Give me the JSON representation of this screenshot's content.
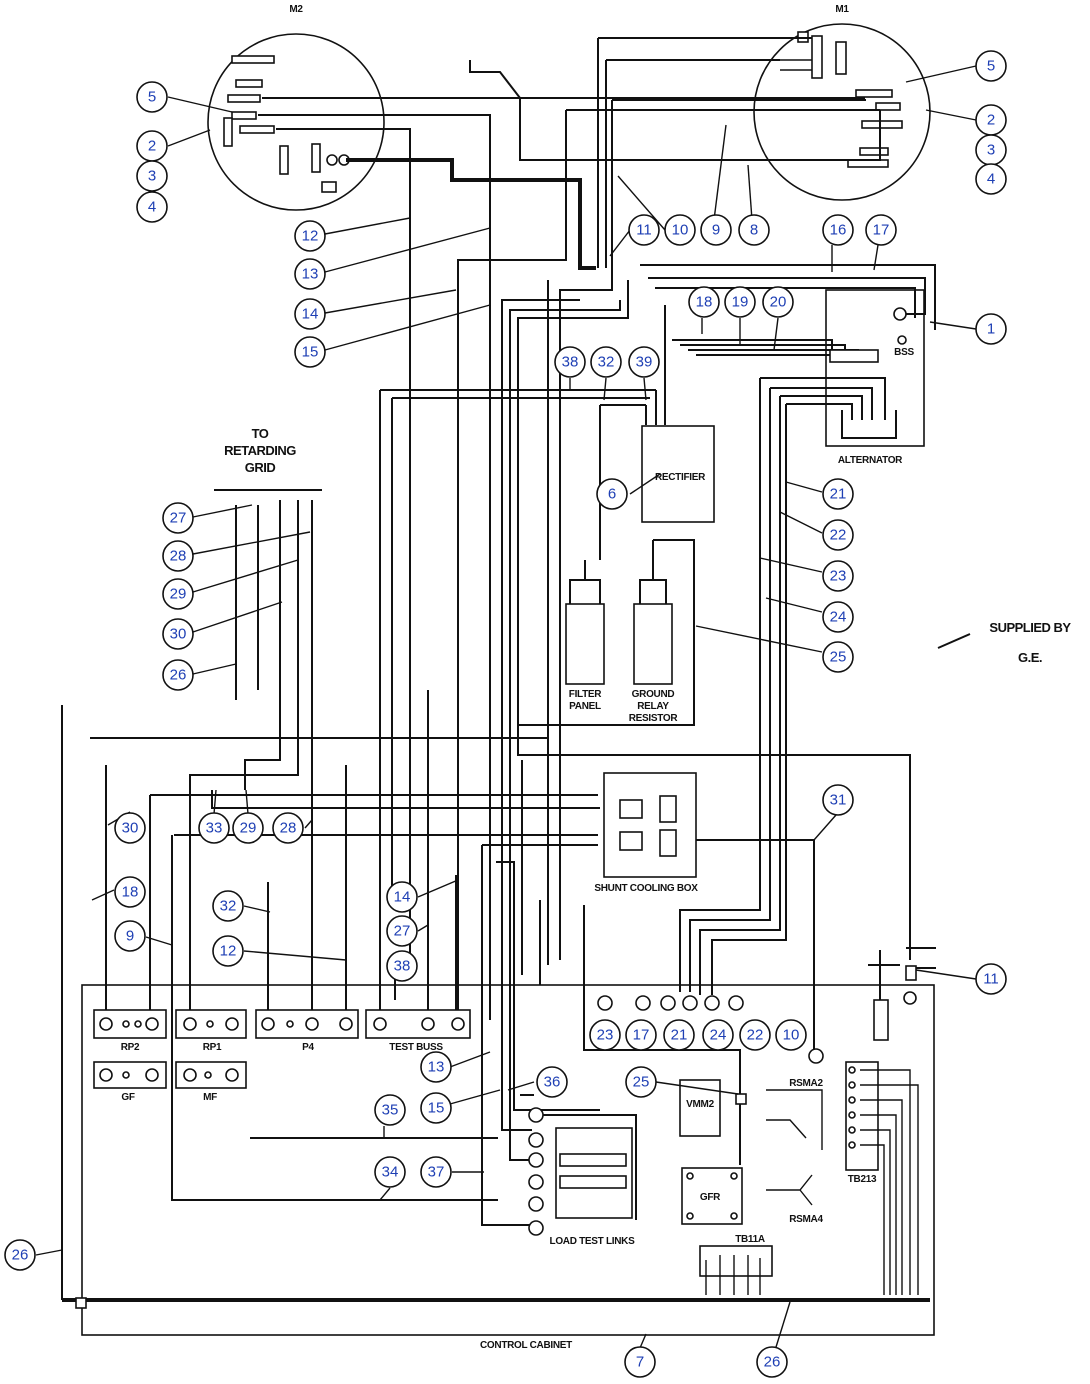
{
  "labels": {
    "m2": "M2",
    "m1": "M1",
    "to_retarding_grid_1": "TO",
    "to_retarding_grid_2": "RETARDING",
    "to_retarding_grid_3": "GRID",
    "rectifier": "RECTIFIER",
    "alternator": "ALTERNATOR",
    "bss": "BSS",
    "filter_panel_1": "FILTER",
    "filter_panel_2": "PANEL",
    "ground_relay_1": "GROUND",
    "ground_relay_2": "RELAY",
    "ground_relay_3": "RESISTOR",
    "shunt_cooling_1": "SHUNT COOLING BOX",
    "supplied_by_1": "SUPPLIED BY",
    "supplied_by_2": "G.E.",
    "rp2": "RP2",
    "rp1": "RP1",
    "p4": "P4",
    "test_buss": "TEST BUSS",
    "gf": "GF",
    "mf": "MF",
    "vmm2": "VMM2",
    "gfr": "GFR",
    "rsma2": "RSMA2",
    "rsma4": "RSMA4",
    "tb213": "TB213",
    "tb11a": "TB11A",
    "load_test_links": "LOAD TEST LINKS",
    "control_cabinet": "CONTROL CABINET"
  },
  "callouts": [
    "1",
    "2",
    "3",
    "4",
    "5",
    "6",
    "7",
    "8",
    "9",
    "10",
    "11",
    "12",
    "13",
    "14",
    "15",
    "16",
    "17",
    "18",
    "19",
    "20",
    "21",
    "22",
    "23",
    "24",
    "25",
    "26",
    "27",
    "28",
    "29",
    "30",
    "31",
    "32",
    "33",
    "34",
    "35",
    "36",
    "37",
    "38",
    "39"
  ],
  "colors": {
    "line": "#111111",
    "callout_text": "#1e3fb4",
    "background": "#ffffff"
  }
}
